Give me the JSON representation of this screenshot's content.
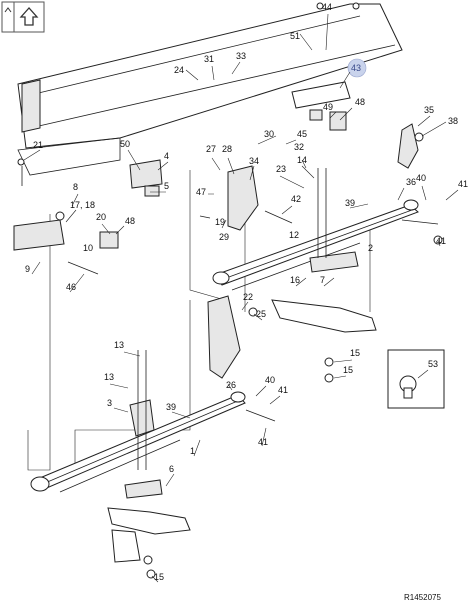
{
  "nav": {
    "up_icon": "up-arrow-icon"
  },
  "reference": "R1452075",
  "highlight_color": "#c9d3ec",
  "callouts": [
    "44",
    "51",
    "24",
    "31",
    "33",
    "43",
    "49",
    "48",
    "35",
    "38",
    "30",
    "45",
    "32",
    "21",
    "50",
    "4",
    "27",
    "28",
    "34",
    "23",
    "14",
    "36",
    "40",
    "41",
    "5",
    "47",
    "20",
    "8",
    "17, 18",
    "48",
    "19",
    "42",
    "39",
    "10",
    "29",
    "12",
    "2",
    "41",
    "9",
    "46",
    "16",
    "7",
    "22",
    "25",
    "13",
    "13",
    "3",
    "26",
    "40",
    "41",
    "39",
    "41",
    "1",
    "6",
    "15",
    "15",
    "53",
    "15"
  ],
  "inset": {
    "callout": "53"
  }
}
